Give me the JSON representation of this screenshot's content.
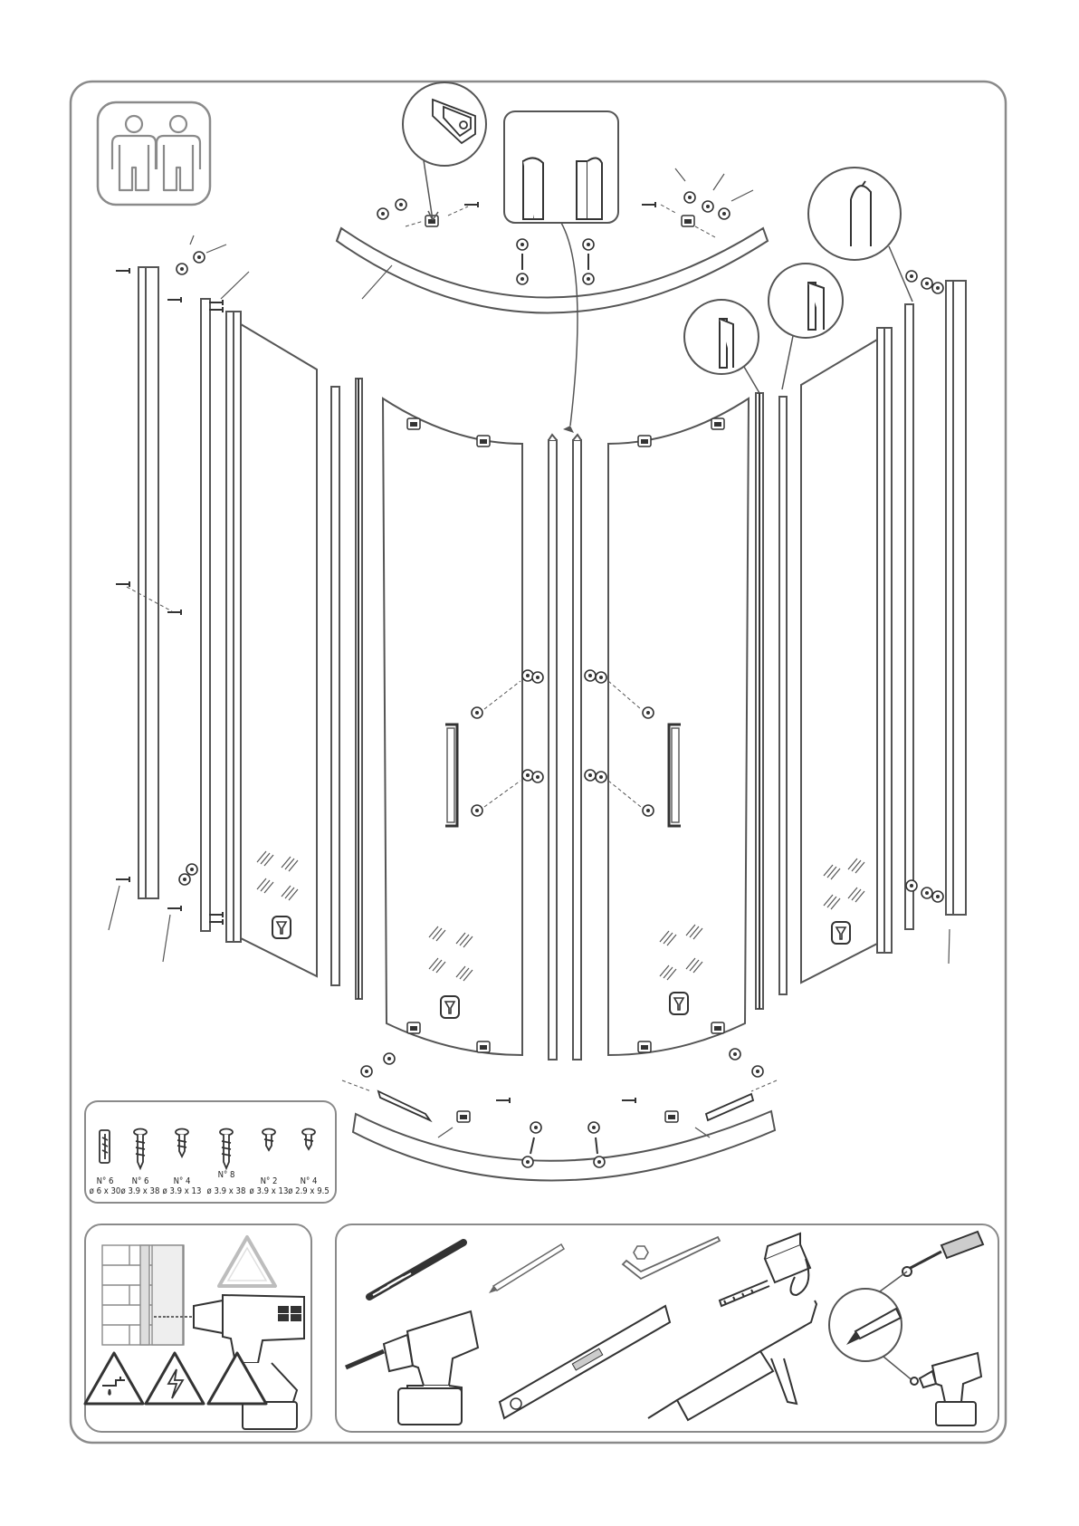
{
  "colors": {
    "stroke": "#555555",
    "frame": "#8a8a8a",
    "light": "#bdbdbd",
    "paper": "#ffffff"
  },
  "icons": {
    "people": "two-people-icon",
    "warning": "warning-triangle-icon",
    "water": "water-hazard-icon",
    "electric": "electric-hazard-icon",
    "tool_drill": "cordless-drill-icon",
    "tool_bit": "drill-bit-icon",
    "tool_pencil": "pencil-icon",
    "tool_allen": "allen-key-icon",
    "tool_tape": "tape-measure-icon",
    "tool_level": "spirit-level-icon",
    "tool_silicone": "silicone-gun-icon",
    "tool_screwdriver": "screwdriver-icon"
  },
  "screws": [
    {
      "type": "dowel",
      "count": "N° 6",
      "size": "ø 6 x 30"
    },
    {
      "type": "long",
      "count": "N° 6",
      "size": "ø 3.9 x 38"
    },
    {
      "type": "medium",
      "count": "N° 4",
      "size": "ø 3.9 x 13"
    },
    {
      "type": "long",
      "count": "N° 8",
      "size": "ø 3.9 x 38"
    },
    {
      "type": "short",
      "count": "N° 2",
      "size": "ø 3.9 x 13"
    },
    {
      "type": "tiny",
      "count": "N° 4",
      "size": "ø 2.9 x 9.5"
    }
  ]
}
